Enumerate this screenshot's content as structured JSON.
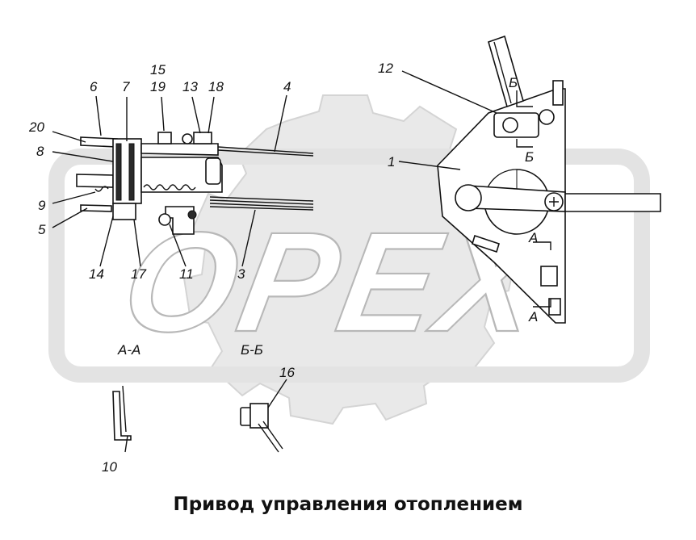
{
  "title": "Привод управления отоплением",
  "watermark": {
    "text": "OPEX",
    "color": "#d0d0d0"
  },
  "sections": [
    "А-А",
    "Б-Б"
  ],
  "section_marks": [
    "Б",
    "Б",
    "А",
    "А"
  ],
  "callouts": [
    "1",
    "3",
    "4",
    "5",
    "6",
    "7",
    "8",
    "9",
    "10",
    "11",
    "12",
    "13",
    "14",
    "15",
    "16",
    "17",
    "18",
    "19",
    "20"
  ]
}
